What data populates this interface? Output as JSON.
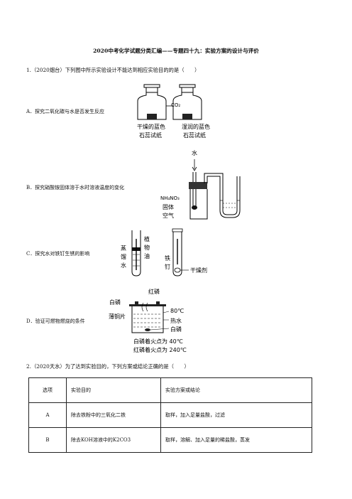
{
  "page_title": "2020中考化学试题分类汇编——专题四十九：实验方案的设计与评价",
  "question1": {
    "stem": "1.（2020烟台）下列图中所示实验设计不能达到相应实验目的的是（　　）",
    "options": {
      "A": "A．探究二氧化碳与水是否发生反应",
      "B": "B．探究硝酸铵固体溶于水时溶液温度的变化",
      "C": "C．探究水对铁钉生锈的影响",
      "D": "D．验证可燃物燃烧的条件"
    },
    "figA": {
      "gas": "CO₂",
      "left_label_1": "干燥的蓝色",
      "left_label_2": "石蕊试纸",
      "right_label_1": "湿润的蓝色",
      "right_label_2": "石蕊试纸"
    },
    "figB": {
      "water": "水",
      "solid_formula": "NH₄NO₃",
      "solid_word": "固体",
      "air": "空气"
    },
    "figC": {
      "distilled_1": "蒸",
      "distilled_2": "馏",
      "distilled_3": "水",
      "oil_1": "植",
      "oil_2": "物",
      "oil_3": "油",
      "nail_1": "铁",
      "nail_2": "钉",
      "desiccant": "干燥剂"
    },
    "figD": {
      "red_p": "红磷",
      "white_p_top": "白磷",
      "copper": "薄铜片",
      "temp": "80℃",
      "hot_water": "热水",
      "white_p_bottom": "白磷",
      "note1": "白磷着火点为 40℃",
      "note2": "红磷着火点为 240℃"
    }
  },
  "question2": {
    "stem": "2.（2020天水）为了达到实验目的，下列方案或结论正确的是（　　）",
    "table": {
      "headers": [
        "选项",
        "实验目的",
        "实验方案或结论"
      ],
      "rows": [
        [
          "A",
          "除去铁粉中的三氧化二铁",
          "取样，加入足量盐酸，过滤"
        ],
        [
          "B",
          "除去KOH溶液中的K2CO3",
          "取样，溶解、加入足量的稀盐酸，蒸发"
        ]
      ]
    }
  }
}
